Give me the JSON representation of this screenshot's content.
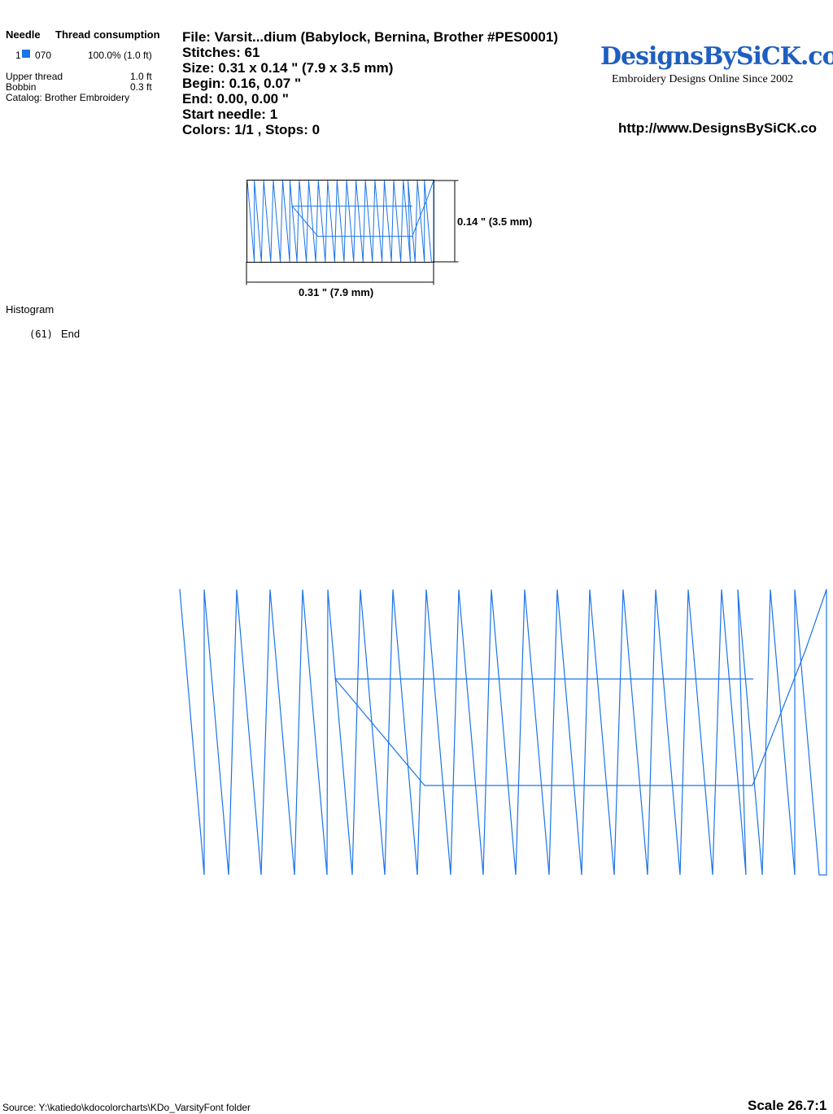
{
  "thread_table": {
    "needle_header": "Needle",
    "consumption_header": "Thread consumption",
    "rows": [
      {
        "needle": "1",
        "code": "070",
        "consumption": "100.0% (1.0 ft)",
        "color": "#1a73e8"
      }
    ],
    "upper_label": "Upper thread",
    "upper_value": "1.0 ft",
    "bobbin_label": "Bobbin",
    "bobbin_value": "0.3 ft",
    "catalog": "Catalog: Brother Embroidery"
  },
  "info": {
    "file": "File: Varsit...dium  (Babylock, Bernina, Brother #PES0001)",
    "stitches": "Stitches: 61",
    "size": "Size: 0.31 x 0.14 \" (7.9 x 3.5 mm)",
    "begin": "Begin: 0.16, 0.07 \"",
    "end": "End: 0.00, 0.00 \"",
    "start_needle": "Start needle: 1",
    "colors": "Colors: 1/1 , Stops: 0"
  },
  "logo": {
    "name": "DesignsBySiCK.com",
    "tagline": "Embroidery Designs Online Since 2002"
  },
  "url": "http://www.DesignsBySiCK.co",
  "dims": {
    "height": "0.14 \" (3.5 mm)",
    "width": "0.31 \" (7.9 mm)"
  },
  "histogram": {
    "title": "Histogram",
    "count": "(61)",
    "label": "End"
  },
  "footer": {
    "source": "Source: Y:\\katiedo\\kdocolorcharts\\KDo_VarsityFont folder",
    "scale": "Scale 26.7:1"
  },
  "stitch_color": "#1a73e8"
}
